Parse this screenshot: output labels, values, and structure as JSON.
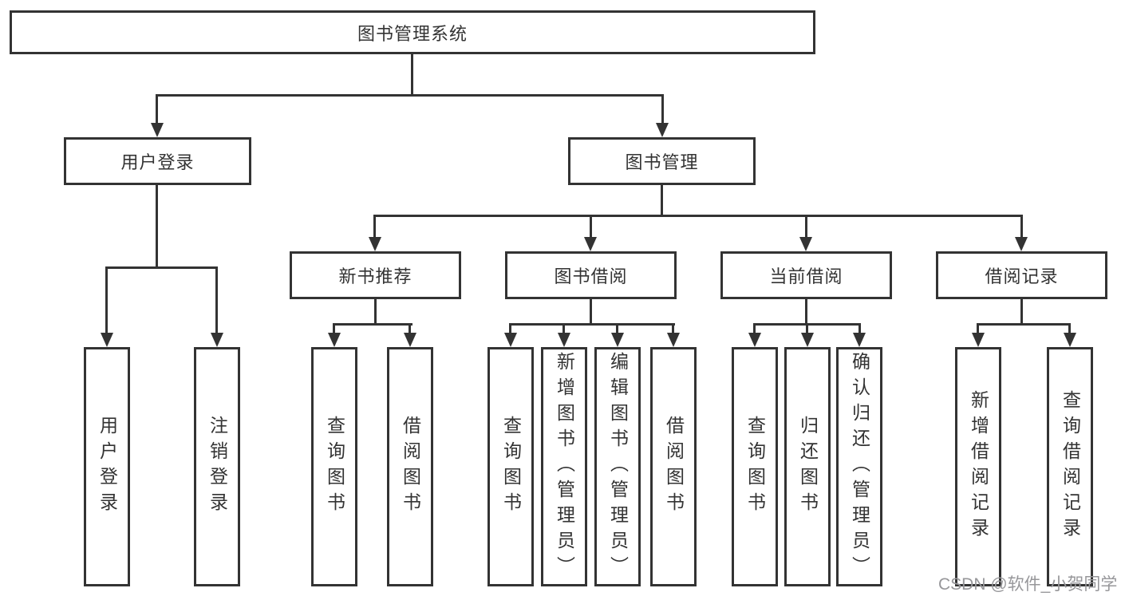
{
  "diagram": {
    "type": "tree-diagram",
    "background_color": "#ffffff",
    "line_color": "#333333",
    "text_color": "#333333",
    "nodes": {
      "root": "图书管理系统",
      "l2": [
        {
          "id": "user-login",
          "label": "用户登录"
        },
        {
          "id": "book-management",
          "label": "图书管理"
        }
      ],
      "l3": [
        {
          "id": "new-book-recommend",
          "label": "新书推荐",
          "parent": "图书管理"
        },
        {
          "id": "book-borrow",
          "label": "图书借阅",
          "parent": "图书管理"
        },
        {
          "id": "current-borrow",
          "label": "当前借阅",
          "parent": "图书管理"
        },
        {
          "id": "borrow-record",
          "label": "借阅记录",
          "parent": "图书管理"
        }
      ],
      "leaves": [
        {
          "id": "leaf-user-login",
          "label": "用户登录",
          "parent": "用户登录"
        },
        {
          "id": "leaf-logout",
          "label": "注销登录",
          "parent": "用户登录"
        },
        {
          "id": "leaf-query-book-recommend",
          "label": "查询图书",
          "parent": "新书推荐"
        },
        {
          "id": "leaf-borrow-book-recommend",
          "label": "借阅图书",
          "parent": "新书推荐"
        },
        {
          "id": "leaf-query-book-borrow",
          "label": "查询图书",
          "parent": "图书借阅"
        },
        {
          "id": "leaf-add-book-admin",
          "label": "新增图书（管理员）",
          "parent": "图书借阅"
        },
        {
          "id": "leaf-edit-book-admin",
          "label": "编辑图书（管理员）",
          "parent": "图书借阅"
        },
        {
          "id": "leaf-borrow-book-borrow",
          "label": "借阅图书",
          "parent": "图书借阅"
        },
        {
          "id": "leaf-query-book-current",
          "label": "查询图书",
          "parent": "当前借阅"
        },
        {
          "id": "leaf-return-book",
          "label": "归还图书",
          "parent": "当前借阅"
        },
        {
          "id": "leaf-confirm-return-admin",
          "label": "确认归还（管理员）",
          "parent": "当前借阅"
        },
        {
          "id": "leaf-add-borrow-record",
          "label": "新增借阅记录",
          "parent": "借阅记录"
        },
        {
          "id": "leaf-query-borrow-record",
          "label": "查询借阅记录",
          "parent": "借阅记录"
        }
      ]
    }
  },
  "watermark": {
    "text": "CSDN @软件_小贺同学",
    "color": "#97979a"
  }
}
